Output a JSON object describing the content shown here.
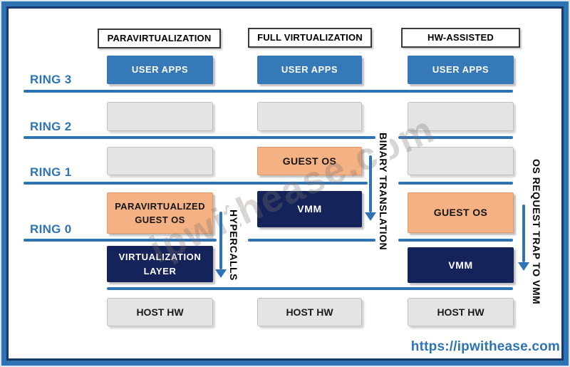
{
  "columns": [
    {
      "header": "PARAVIRTUALIZATION"
    },
    {
      "header": "FULL VIRTUALIZATION"
    },
    {
      "header": "HW-ASSISTED"
    }
  ],
  "rings": [
    "RING 3",
    "RING 2",
    "RING 1",
    "RING 0"
  ],
  "boxes": {
    "user_apps_1": "USER APPS",
    "user_apps_2": "USER APPS",
    "user_apps_3": "USER APPS",
    "guest_os_full": "GUEST OS",
    "para_guest_line1": "PARAVIRTUALIZED",
    "para_guest_line2": "GUEST OS",
    "vmm_full": "VMM",
    "guest_os_hw": "GUEST OS",
    "virt_layer_line1": "VIRTUALIZATION",
    "virt_layer_line2": "LAYER",
    "vmm_hw": "VMM",
    "host_hw_1": "HOST HW",
    "host_hw_2": "HOST HW",
    "host_hw_3": "HOST HW"
  },
  "annotations": {
    "hypercalls": "HYPERCALLS",
    "binary_translation": "BINARY TRANSLATION",
    "os_request_trap": "OS REQUEST TRAP TO VMM"
  },
  "watermark": "ipwithease.com",
  "footer": {
    "url": "https://ipwithease.com"
  },
  "colors": {
    "accent_blue": "#2E74B5",
    "box_blue": "#3579B8",
    "box_orange": "#F4B183",
    "box_navy": "#14235A",
    "box_gray": "#E4E4E4"
  }
}
